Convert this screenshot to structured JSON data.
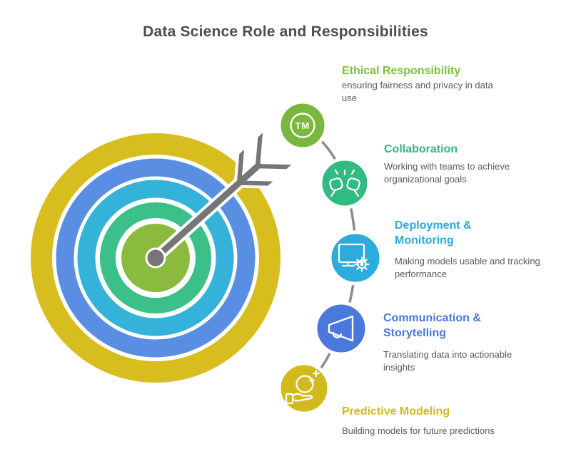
{
  "title": "Data Science Role and Responsibilities",
  "target": {
    "rings_outer_to_inner": [
      "yellow",
      "blue",
      "cyan",
      "emerald",
      "lime-center",
      "gray-dot"
    ],
    "colors": {
      "yellow": "#d7bd1d",
      "blue": "#5a8ee2",
      "cyan": "#35b2d9",
      "emerald": "#3cc08a",
      "lime": "#8aba3e",
      "gray": "#767676"
    }
  },
  "arrow": {
    "color": "#767676",
    "outline": "#ffffff"
  },
  "connector": {
    "color": "#8b8b8b",
    "casing": "#ffffff"
  },
  "items": [
    {
      "label": "Ethical Responsibility",
      "description": "ensuring fairness and privacy in data use",
      "color": "#7cc13c",
      "circle_color": "#7bb63f",
      "icon": "trademark-icon",
      "icon_label": "TM"
    },
    {
      "label": "Collaboration",
      "description": "Working with teams to achieve organizational goals",
      "color": "#2fba81",
      "circle_color": "#31ba81",
      "icon": "fist-bump-icon",
      "icon_label": ""
    },
    {
      "label": "Deployment & Monitoring",
      "description": "Making models usable and tracking performance",
      "color": "#2cabdc",
      "circle_color": "#2cabdc",
      "icon": "monitor-gear-icon",
      "icon_label": ""
    },
    {
      "label": "Communication & Storytelling",
      "description": "Translating data into actionable insights",
      "color": "#4a77dc",
      "circle_color": "#4a78dd",
      "icon": "megaphone-icon",
      "icon_label": ""
    },
    {
      "label": "Predictive Modeling",
      "description": "Building models for future predictions",
      "color": "#d3ba17",
      "circle_color": "#d2b91c",
      "icon": "hand-prediction-icon",
      "icon_label": ""
    }
  ]
}
